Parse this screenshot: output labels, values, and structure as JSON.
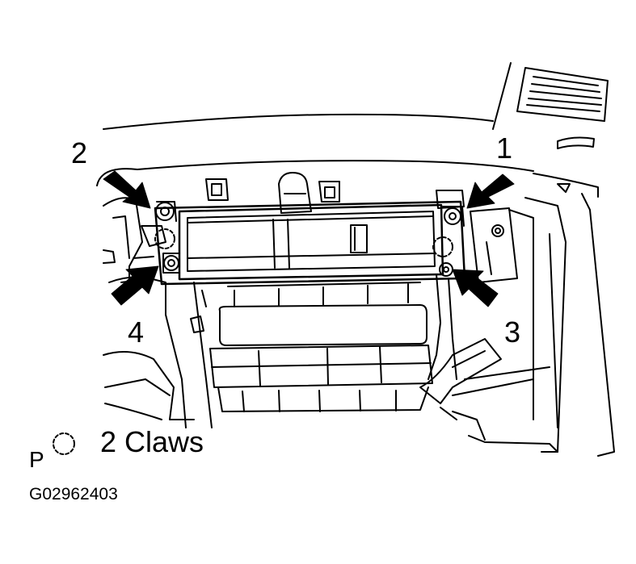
{
  "callouts": {
    "c1": "1",
    "c2": "2",
    "c3": "3",
    "c4": "4"
  },
  "legend": {
    "letter": "P",
    "text": "2 Claws",
    "symbol": "dashed-circle-icon"
  },
  "figure_code": "G02962403",
  "colors": {
    "ink": "#000000",
    "background": "#ffffff"
  }
}
